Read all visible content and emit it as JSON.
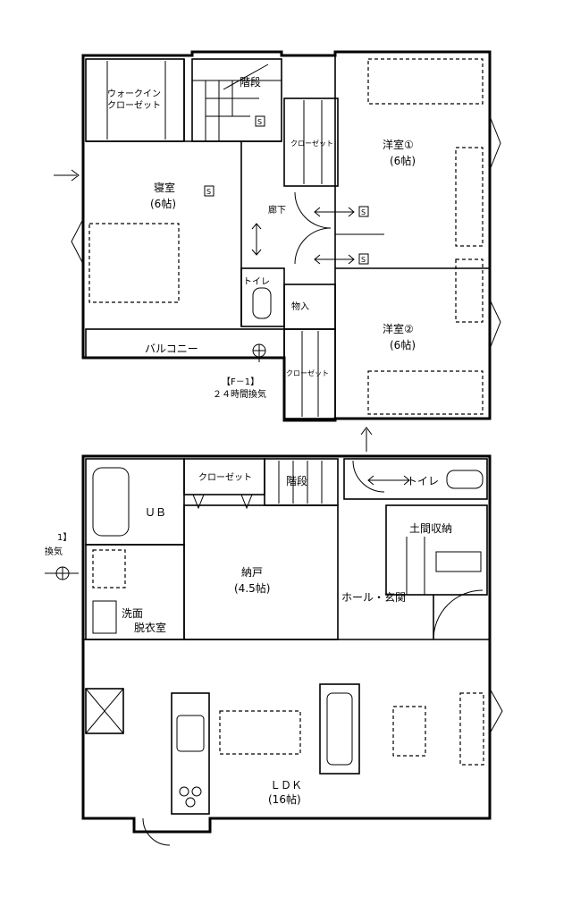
{
  "floor2": {
    "walkin_closet_line1": "ウォークイン",
    "walkin_closet_line2": "クローゼット",
    "stairs": "階段",
    "bedroom_name": "寝室",
    "bedroom_size": "(6帖)",
    "corridor": "廊下",
    "closet_a": "クローゼット",
    "closet_b": "クローゼット",
    "storage": "物入",
    "western1_name": "洋室①",
    "western1_size": "(6帖)",
    "western2_name": "洋室②",
    "western2_size": "(6帖)",
    "toilet": "トイレ",
    "balcony": "バルコニー",
    "vent_code": "【F－1】",
    "vent_note": "２４時間換気",
    "switch_mark": "S"
  },
  "floor1": {
    "closet": "クローゼット",
    "stairs": "階段",
    "toilet": "トイレ",
    "unit_bath": "ＵＢ",
    "earth_storage": "土間収納",
    "storeroom_name": "納戸",
    "storeroom_size": "(4.5帖)",
    "hall_entrance": "ホール・玄関",
    "washroom_line1": "洗面",
    "washroom_line2": "脱衣室",
    "ldk_name": "ＬＤＫ",
    "ldk_size": "(16帖)",
    "vent_code": "1】",
    "vent_note": "換気"
  }
}
